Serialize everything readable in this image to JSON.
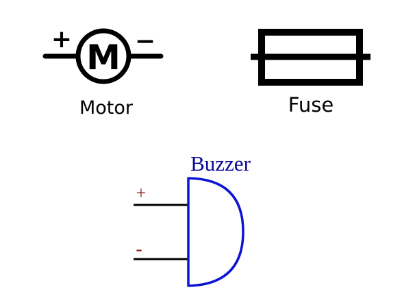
{
  "symbols": {
    "motor": {
      "label": "Motor",
      "letter": "M",
      "plus": "+",
      "minus": "−"
    },
    "fuse": {
      "label": "Fuse"
    },
    "buzzer": {
      "label": "Buzzer",
      "plus": "+",
      "minus": "-"
    }
  },
  "colors": {
    "ink": "#000000",
    "buzzer_outline": "#0a14d2",
    "buzzer_label": "#0a0a96",
    "buzzer_terminal_marks": "#8b1a1a"
  }
}
